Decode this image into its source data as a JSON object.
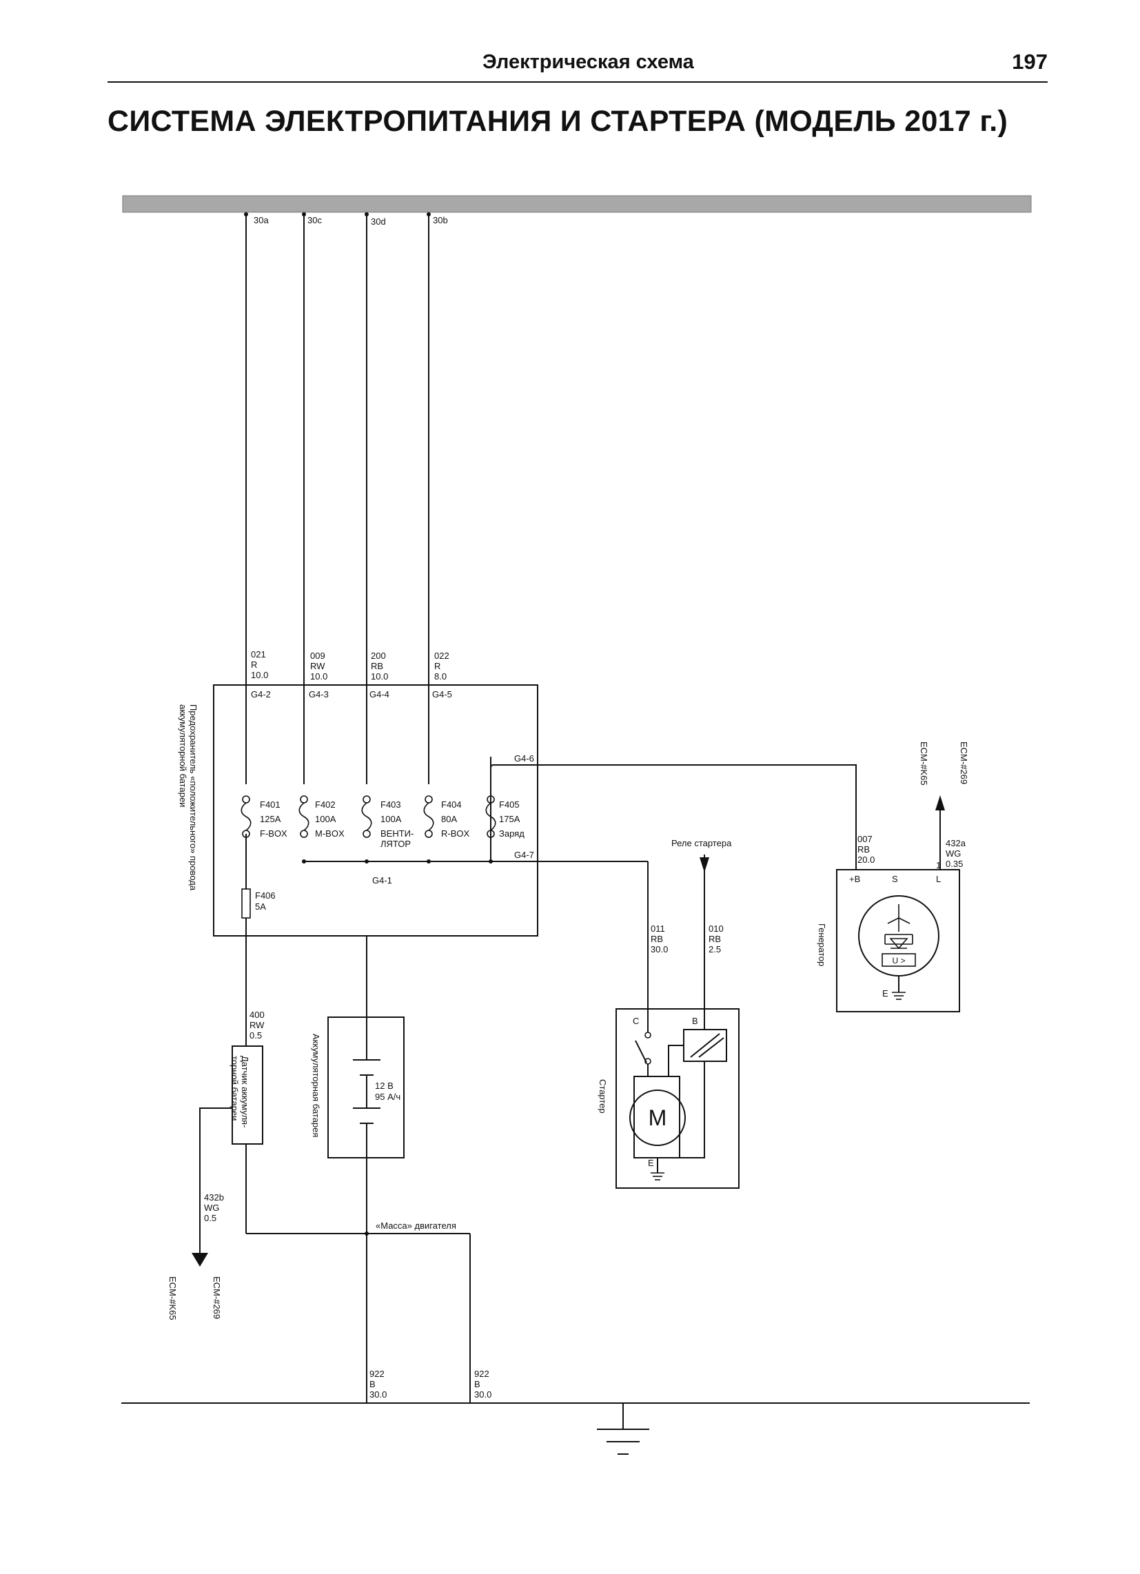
{
  "header": {
    "section_title": "Электрическая схема",
    "page_number": "197"
  },
  "title": "СИСТЕМА ЭЛЕКТРОПИТАНИЯ И СТАРТЕРА (МОДЕЛЬ 2017 г.)",
  "bus_taps": [
    "30a",
    "30c",
    "30d",
    "30b"
  ],
  "upper_wires": [
    {
      "code": "021",
      "color": "R",
      "size": "10.0",
      "pin": "G4-2"
    },
    {
      "code": "009",
      "color": "RW",
      "size": "10.0",
      "pin": "G4-3"
    },
    {
      "code": "200",
      "color": "RB",
      "size": "10.0",
      "pin": "G4-4"
    },
    {
      "code": "022",
      "color": "R",
      "size": "8.0",
      "pin": "G4-5"
    }
  ],
  "fuse_box": {
    "label_line1": "Предохранитель «положительного» провода",
    "label_line2": "аккумуляторной батареи",
    "pins": {
      "g46": "G4-6",
      "g47": "G4-7",
      "g41": "G4-1"
    },
    "fuses": [
      {
        "id": "F401",
        "rating": "125A",
        "target": "F-BOX"
      },
      {
        "id": "F402",
        "rating": "100A",
        "target": "M-BOX"
      },
      {
        "id": "F403",
        "rating": "100A",
        "target": "ВЕНТИ-",
        "target2": "ЛЯТОР"
      },
      {
        "id": "F404",
        "rating": "80A",
        "target": "R-BOX"
      },
      {
        "id": "F405",
        "rating": "175A",
        "target": "Заряд"
      }
    ],
    "f406": {
      "id": "F406",
      "rating": "5A"
    }
  },
  "starter_relay_label": "Реле стартера",
  "wire_011": {
    "code": "011",
    "color": "RB",
    "size": "30.0"
  },
  "wire_010": {
    "code": "010",
    "color": "RB",
    "size": "2.5"
  },
  "wire_007": {
    "code": "007",
    "color": "RB",
    "size": "20.0"
  },
  "wire_432a": {
    "code": "432a",
    "color": "WG",
    "size": "0.35"
  },
  "wire_400": {
    "code": "400",
    "color": "RW",
    "size": "0.5"
  },
  "wire_432b": {
    "code": "432b",
    "color": "WG",
    "size": "0.5"
  },
  "wire_922_left": {
    "code": "922",
    "color": "B",
    "size": "30.0"
  },
  "wire_922_right": {
    "code": "922",
    "color": "B",
    "size": "30.0"
  },
  "ecm_top": {
    "left": "ECM-#K65",
    "right": "ECM-#269"
  },
  "ecm_bottom": {
    "left": "ECM-#K65",
    "right": "ECM-#269"
  },
  "generator": {
    "label": "Генератор",
    "term_b": "+B",
    "term_s": "S",
    "term_l": "L",
    "pin_l": "1",
    "ground": "E",
    "regulator": "U >"
  },
  "starter": {
    "label": "Стартер",
    "term_c": "C",
    "term_b": "B",
    "ground": "E",
    "motor": "M"
  },
  "battery": {
    "label": "Аккумуляторная батарея",
    "voltage": "12 В",
    "capacity": "95 А/ч"
  },
  "battery_sensor": {
    "label_line1": "Датчик аккумуля-",
    "label_line2": "торной батареи"
  },
  "engine_ground": "«Масса» двигателя"
}
